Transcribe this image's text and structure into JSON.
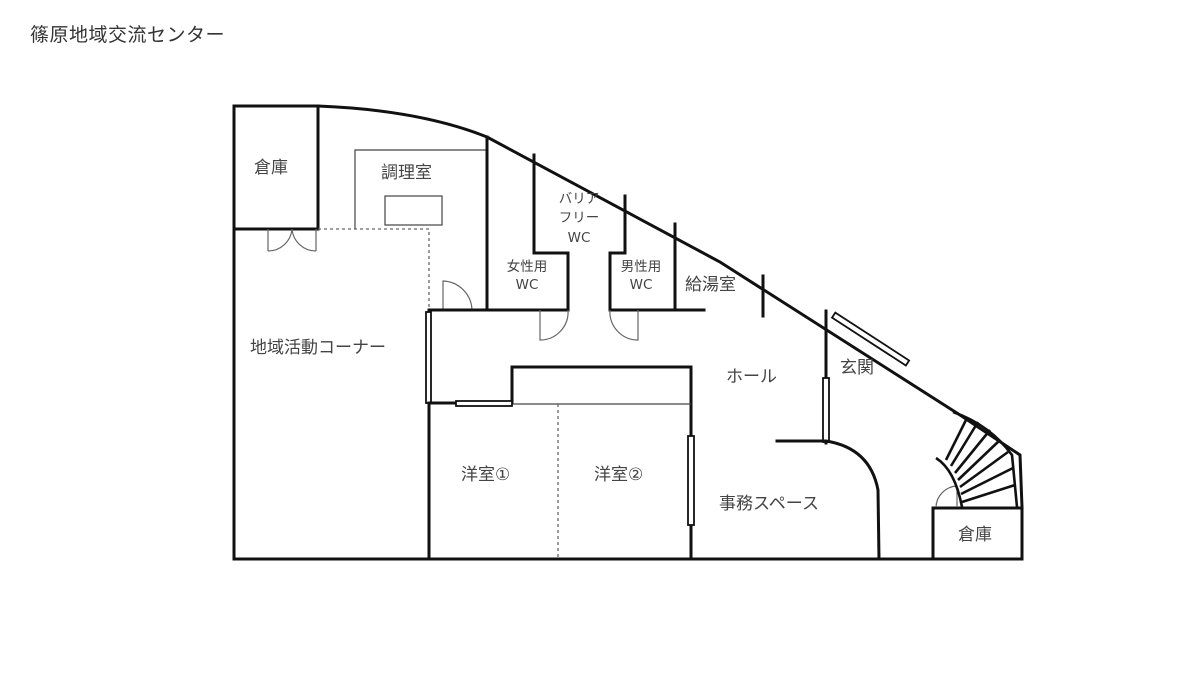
{
  "title": "篠原地域交流センター",
  "rooms": {
    "storage_nw": "倉庫",
    "kitchen": "調理室",
    "barrier_free_wc": [
      "バリア",
      "フリー",
      "WC"
    ],
    "womens_wc": [
      "女性用",
      "WC"
    ],
    "mens_wc": [
      "男性用",
      "WC"
    ],
    "kettle_room": "給湯室",
    "community_corner": "地域活動コーナー",
    "hall": "ホール",
    "entrance": "玄関",
    "western_room_1": "洋室①",
    "western_room_2": "洋室②",
    "office_space": "事務スペース",
    "storage_se": "倉庫"
  },
  "colors": {
    "wall": "#111111",
    "text": "#444444",
    "background": "#ffffff"
  }
}
